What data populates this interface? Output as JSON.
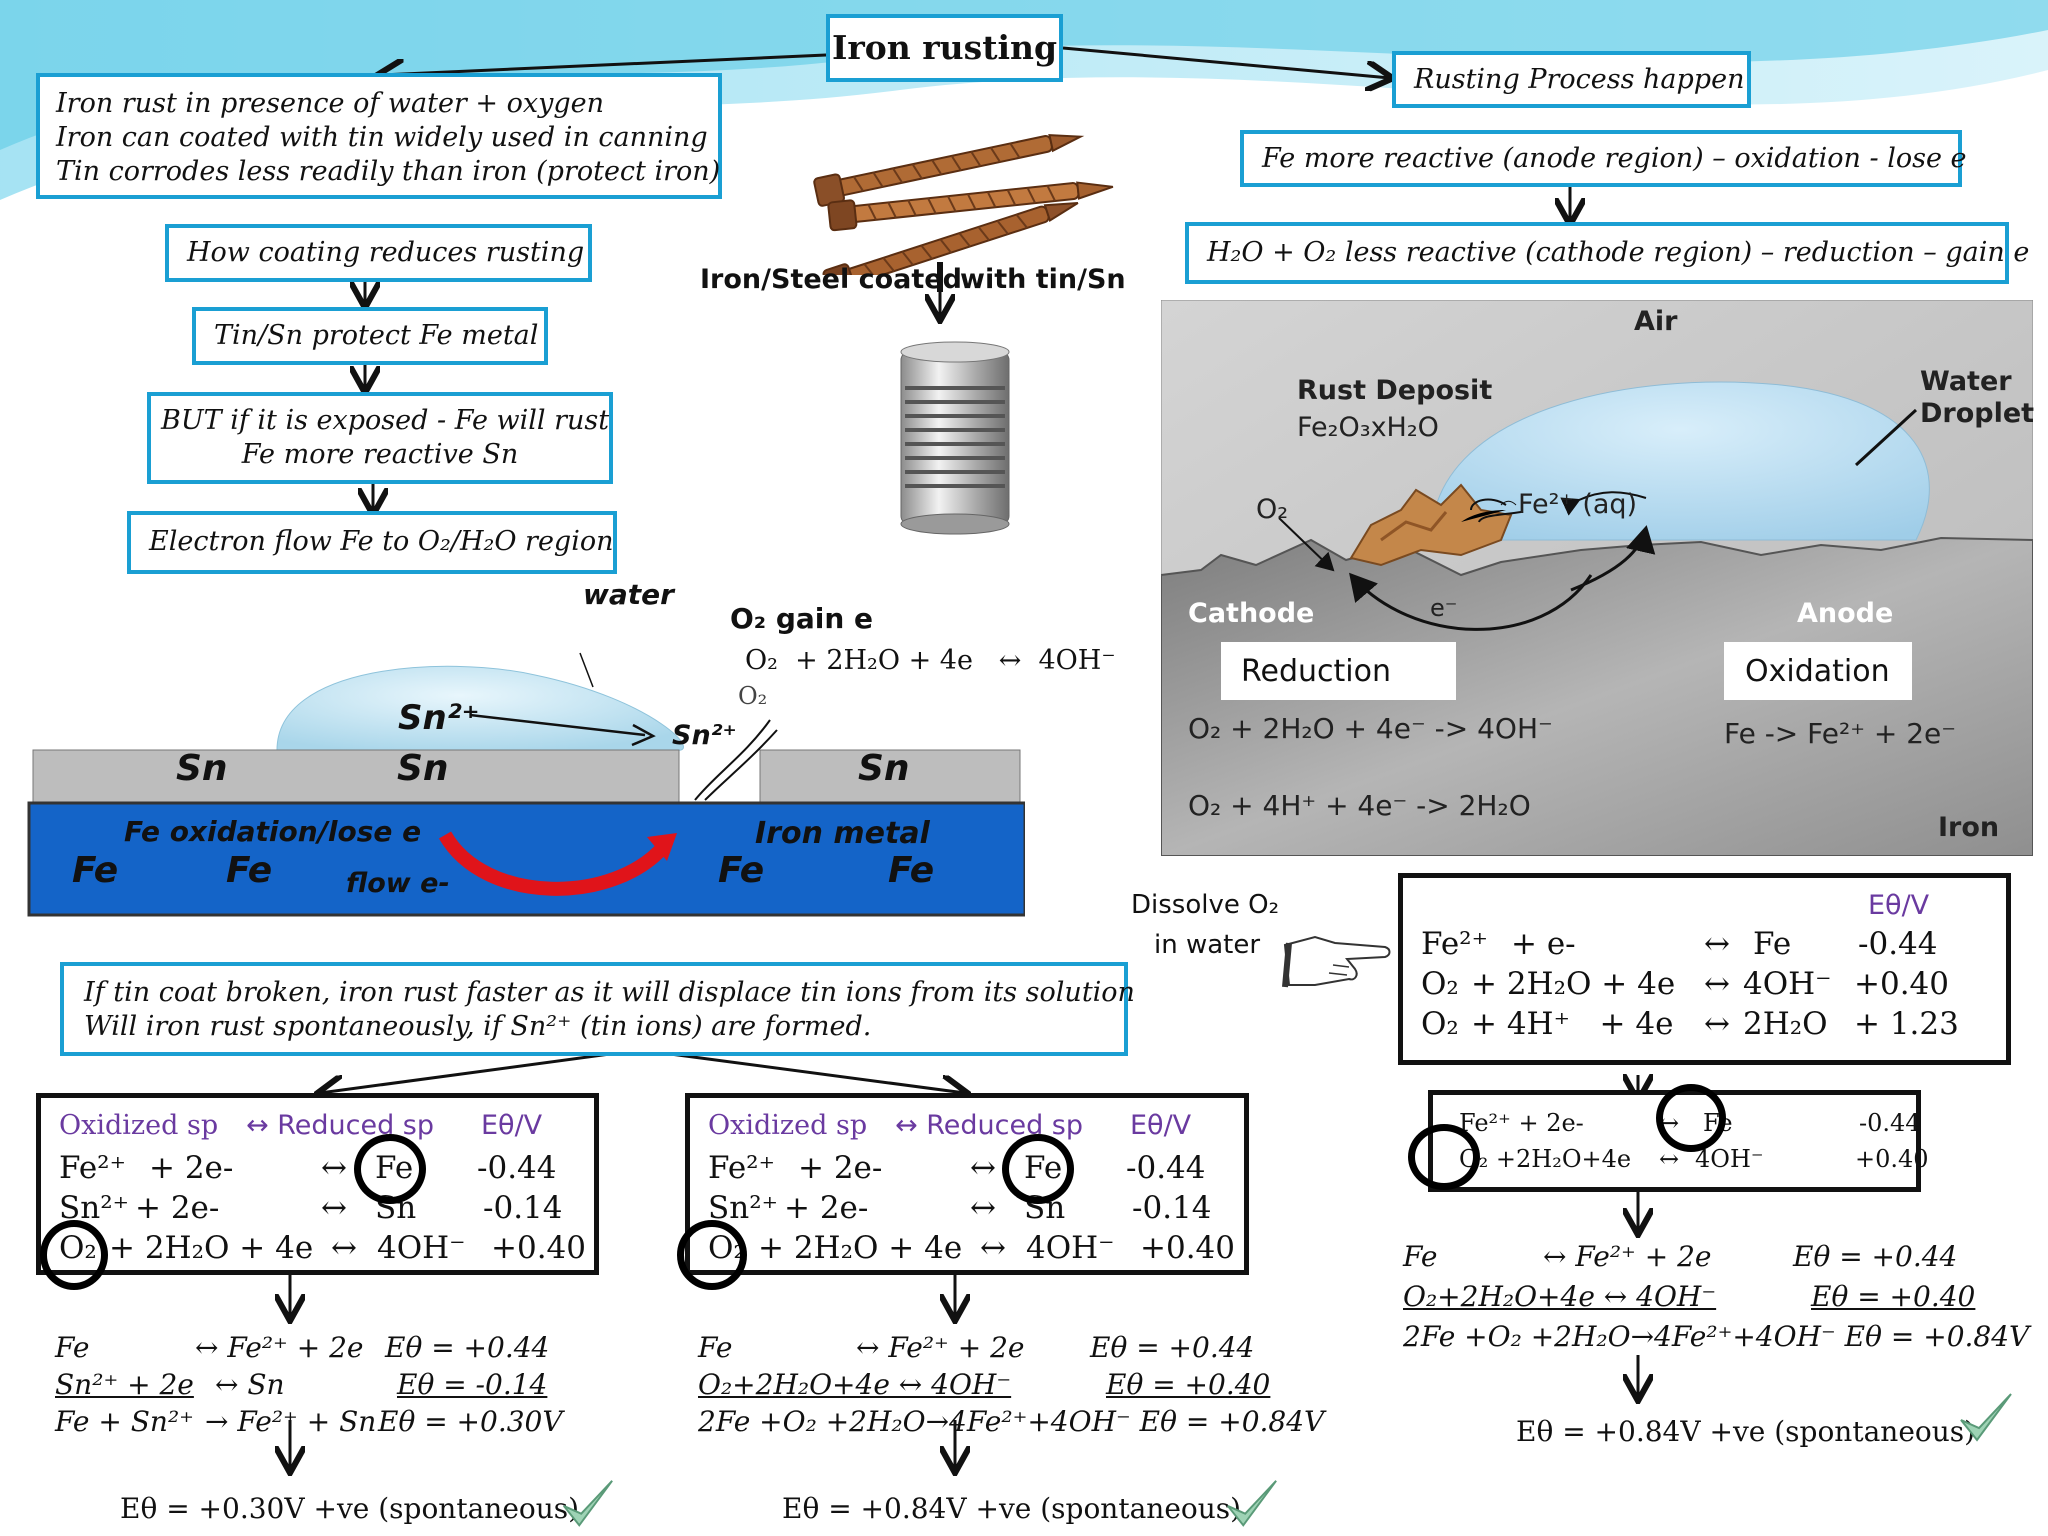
{
  "title": "Iron rusting",
  "rusting_process": {
    "heading": "Rusting Process happen",
    "anode": "Fe more reactive (anode region) – oxidation - lose e",
    "cathode": "H₂O + O₂ less reactive (cathode region) – reduction – gain e"
  },
  "intro_box": {
    "line1": "Iron rust in presence of water + oxygen",
    "line2": "Iron can coated with tin widely used in canning",
    "line3": "Tin corrodes less readily than iron (protect iron)"
  },
  "flow": {
    "step1": "How coating reduces rusting",
    "step2": "Tin/Sn protect Fe metal",
    "step3_line1": "BUT if it is exposed - Fe will rust",
    "step3_line2": "Fe more reactive Sn",
    "step4": "Electron flow Fe to O₂/H₂O region"
  },
  "coated_label_left": "Iron/Steel coated",
  "coated_label_right": "with tin/Sn",
  "tin_diagram": {
    "water": "water",
    "o2_gain": "O₂ gain e",
    "o2_eq": "O₂  + 2H₂O + 4e   ↔  4OH⁻",
    "o2_small": "O₂",
    "sn_ion_left": "Sn²⁺",
    "sn_ion_right": "Sn²⁺",
    "sn1": "Sn",
    "sn2": "Sn",
    "sn3": "Sn",
    "fe_oxidation": "Fe oxidation/lose e",
    "iron_metal": "Iron metal",
    "fe1": "Fe",
    "fe2": "Fe",
    "fe3": "Fe",
    "fe4": "Fe",
    "flow_e": "flow e-"
  },
  "rust_diagram": {
    "air": "Air",
    "rust_deposit": "Rust Deposit",
    "rust_formula": "Fe₂O₃xH₂O",
    "water_droplet_1": "Water",
    "water_droplet_2": "Droplet",
    "o2": "O₂",
    "fe_aq": "Fe²⁺ (aq)",
    "electron": "e⁻",
    "cathode": "Cathode",
    "anode": "Anode",
    "reduction": "Reduction",
    "oxidation": "Oxidation",
    "red_eq1": "O₂ + 2H₂O + 4e⁻ -> 4OH⁻",
    "red_eq2": "O₂ + 4H⁺ + 4e⁻ -> 2H₂O",
    "ox_eq": "Fe -> Fe²⁺ + 2e⁻",
    "iron": "Iron"
  },
  "dissolve_o2_1": "Dissolve O₂",
  "dissolve_o2_2": "in water",
  "potentials_box": {
    "header": "Eθ/V",
    "r1": [
      "Fe²⁺",
      "+ e-",
      "↔",
      "Fe",
      "-0.44"
    ],
    "r2": [
      "O₂",
      "+ 2H₂O + 4e",
      "↔",
      "4OH⁻",
      "+0.40"
    ],
    "r3": [
      "O₂",
      "+ 4H⁺   + 4e",
      "↔",
      "2H₂O",
      "+ 1.23"
    ]
  },
  "right_small_box": {
    "r1": [
      "Fe²⁺ + 2e-",
      "↔",
      "Fe",
      "-0.44"
    ],
    "r2": [
      "O₂ +2H₂O+4e",
      "↔",
      "4OH⁻",
      "+0.40"
    ]
  },
  "right_calc": {
    "l1": [
      "Fe",
      "↔ Fe²⁺ + 2e",
      "Eθ = +0.44"
    ],
    "l2": [
      "O₂+2H₂O+4e ↔ 4OH⁻",
      "Eθ = +0.40"
    ],
    "l3": "2Fe +O₂ +2H₂O→4Fe²⁺+4OH⁻  Eθ = +0.84V",
    "result": "Eθ = +0.84V +ve (spontaneous)"
  },
  "bottom_box": {
    "line1": "If  tin coat broken, iron rust faster as it will displace tin ions from its solution",
    "line2": "Will iron rust spontaneously, if Sn²⁺ (tin ions) are formed."
  },
  "table_headers": {
    "oxidized": "Oxidized sp",
    "reduced": "↔ Reduced sp",
    "potential": "Eθ/V"
  },
  "left_table": {
    "r1": [
      "Fe²⁺",
      "+ 2e-",
      "↔",
      "Fe",
      "-0.44"
    ],
    "r2": [
      "Sn²⁺",
      "+ 2e-",
      "↔",
      "Sn",
      "-0.14"
    ],
    "r3": [
      "O₂",
      "+ 2H₂O + 4e",
      "↔",
      "4OH⁻",
      "+0.40"
    ]
  },
  "mid_table": {
    "r1": [
      "Fe²⁺",
      "+ 2e-",
      "↔",
      "Fe",
      "-0.44"
    ],
    "r2": [
      "Sn²⁺",
      "+ 2e-",
      "↔",
      "Sn",
      "-0.14"
    ],
    "r3": [
      "O₂",
      "+ 2H₂O + 4e",
      "↔",
      "4OH⁻",
      "+0.40"
    ]
  },
  "left_calc": {
    "l1": [
      "Fe",
      "↔ Fe²⁺ + 2e",
      "Eθ = +0.44"
    ],
    "l2": [
      "Sn²⁺ + 2e",
      "↔ Sn",
      "Eθ = -0.14"
    ],
    "l3": [
      "Fe +  Sn²⁺",
      "→ Fe²⁺ + Sn",
      "Eθ = +0.30V"
    ],
    "result": "Eθ = +0.30V +ve (spontaneous)"
  },
  "mid_calc": {
    "l1": [
      "Fe",
      "↔ Fe²⁺ + 2e",
      "Eθ = +0.44"
    ],
    "l2": [
      "O₂+2H₂O+4e ↔ 4OH⁻",
      "Eθ = +0.40"
    ],
    "l3": "2Fe +O₂ +2H₂O→4Fe²⁺+4OH⁻  Eθ = +0.84V",
    "result": "Eθ = +0.84V +ve (spontaneous)"
  },
  "colors": {
    "box_border": "#1a9fd3",
    "fe_blue": "#1464c8",
    "sn_grey": "#bdbdbd",
    "arrow_red": "#e0141a",
    "purple": "#6a3aa0"
  }
}
